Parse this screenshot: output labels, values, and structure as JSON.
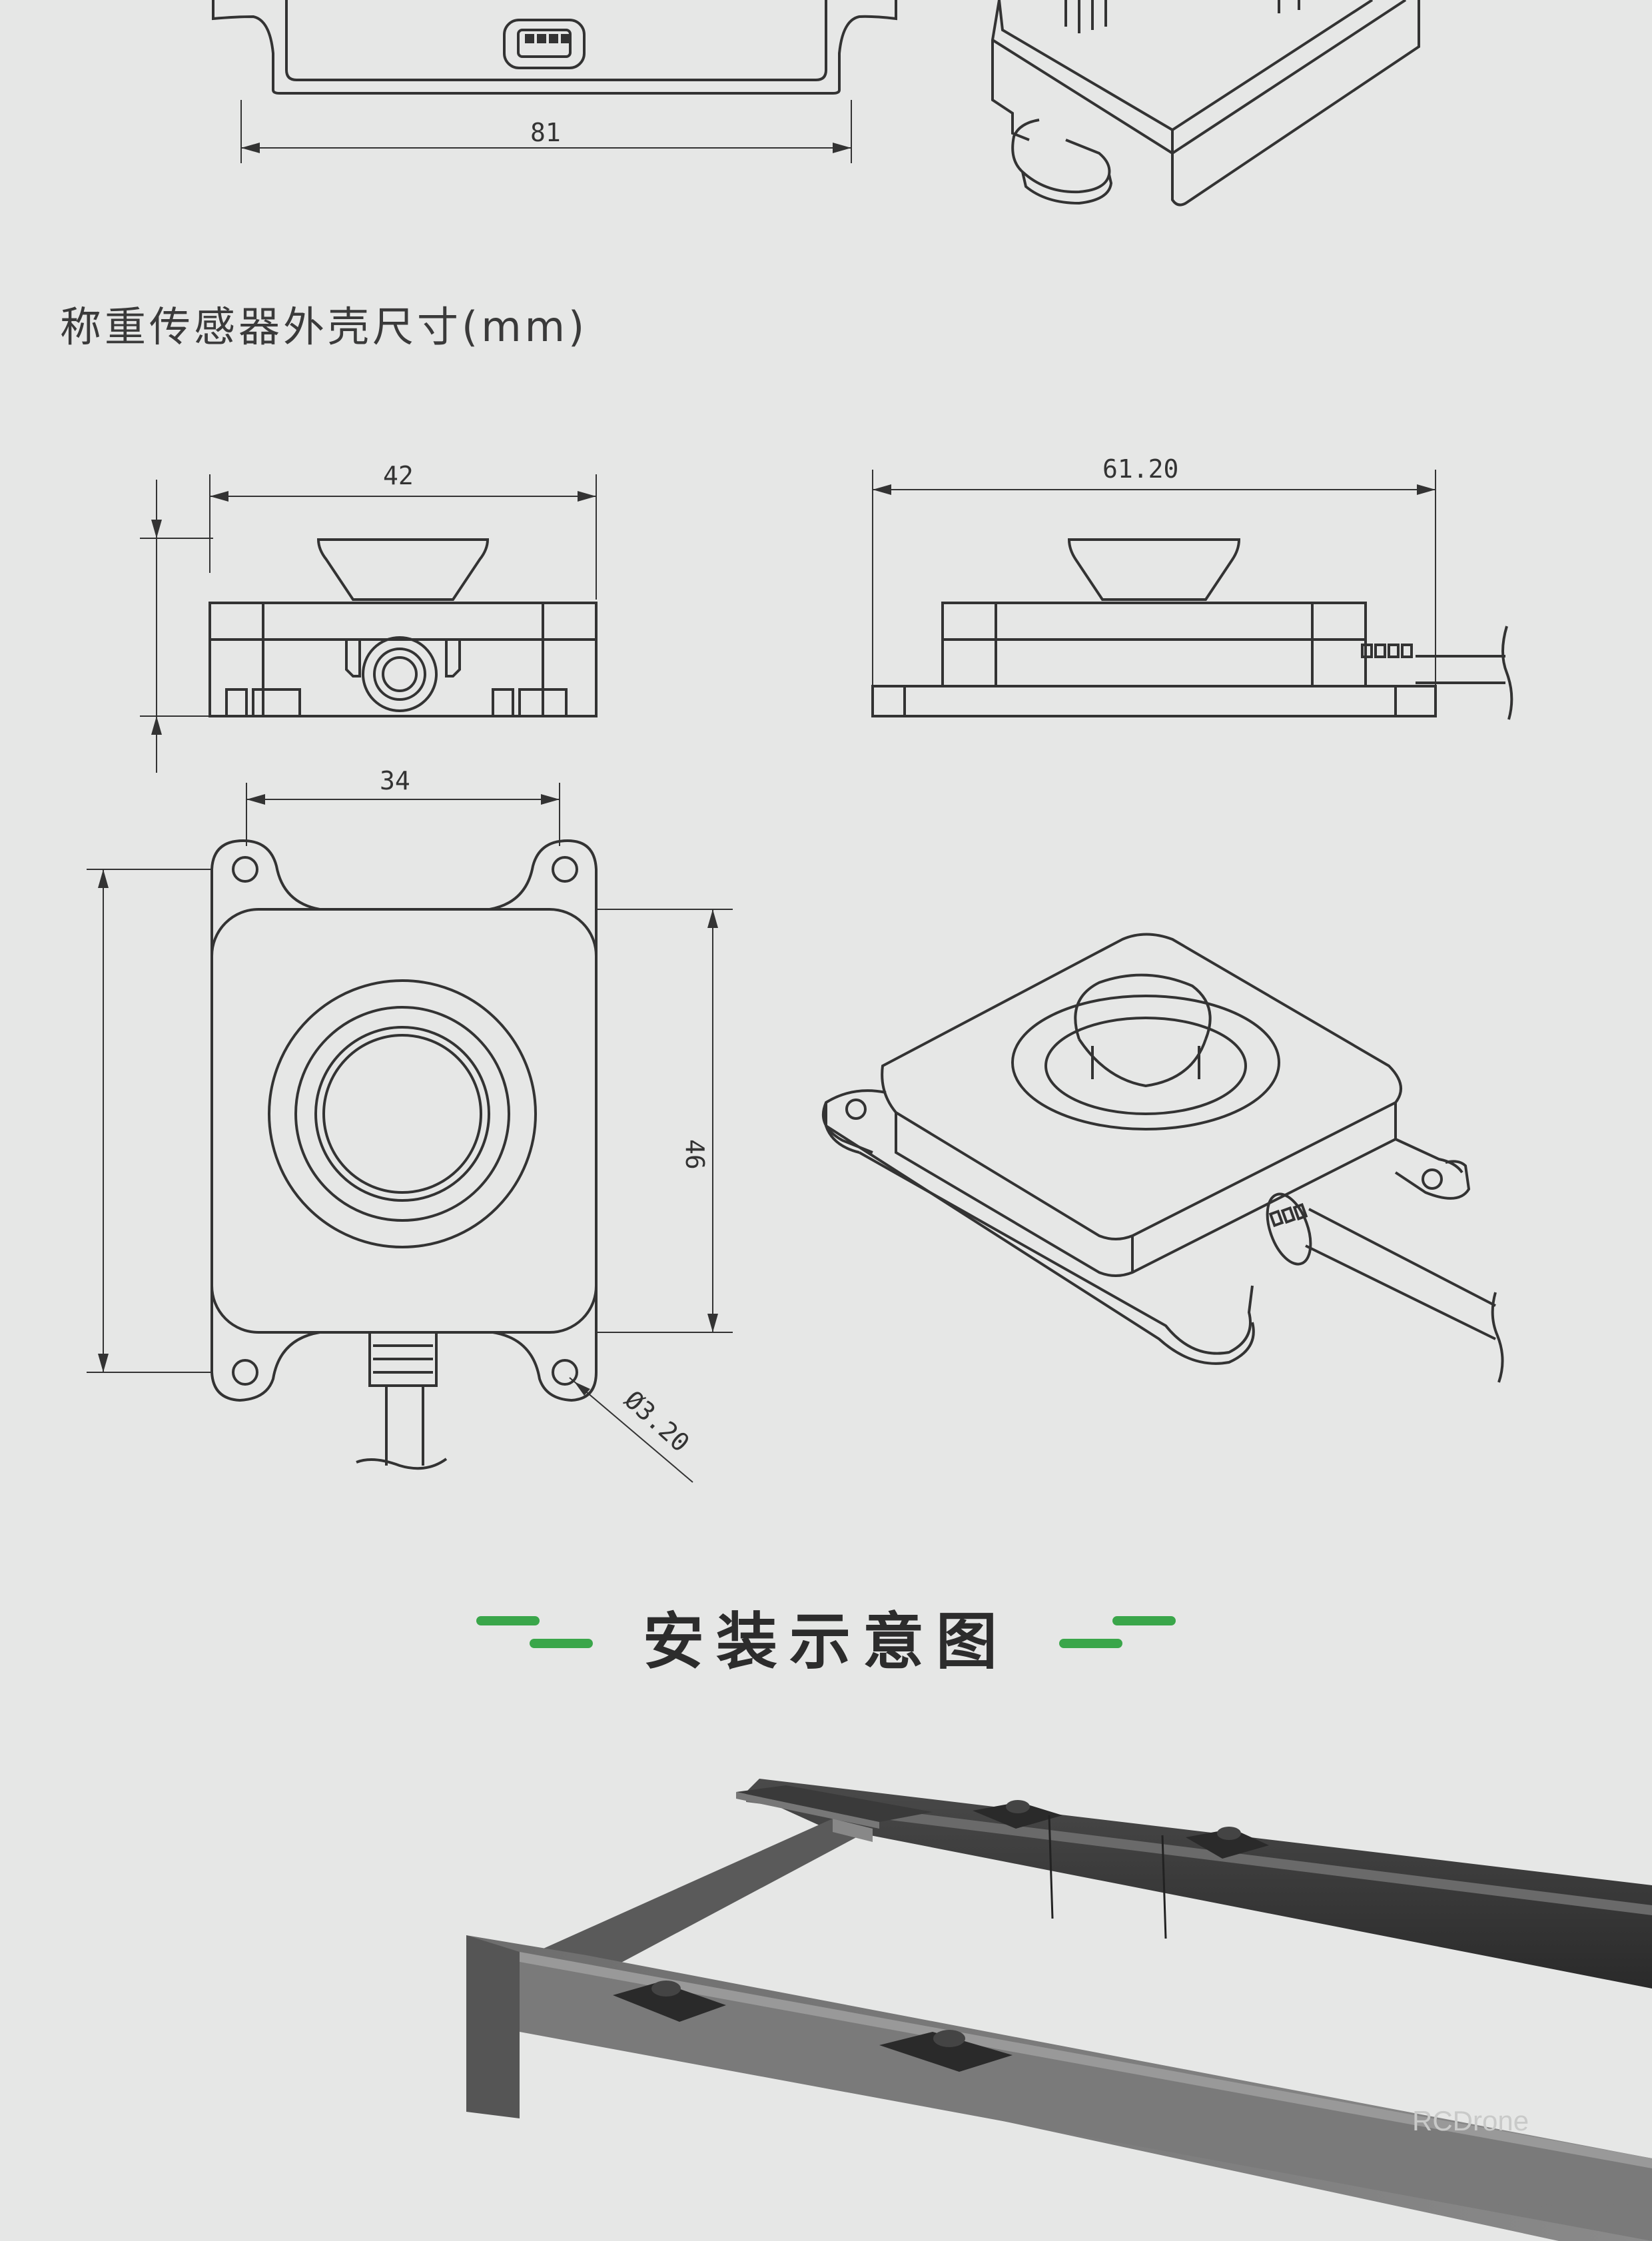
{
  "top_drawing": {
    "width_label": "81"
  },
  "heading": "称重传感器外壳尺寸(mm)",
  "dimensions": {
    "front_width": "42",
    "side_width": "61.20",
    "top_width": "34",
    "top_height": "46",
    "hole_diameter": "Ø3.20"
  },
  "install": {
    "title": "安装示意图"
  },
  "accent_color": "#3aa64a",
  "watermark": "RCDrone",
  "url": "https://rcdrone.top/"
}
